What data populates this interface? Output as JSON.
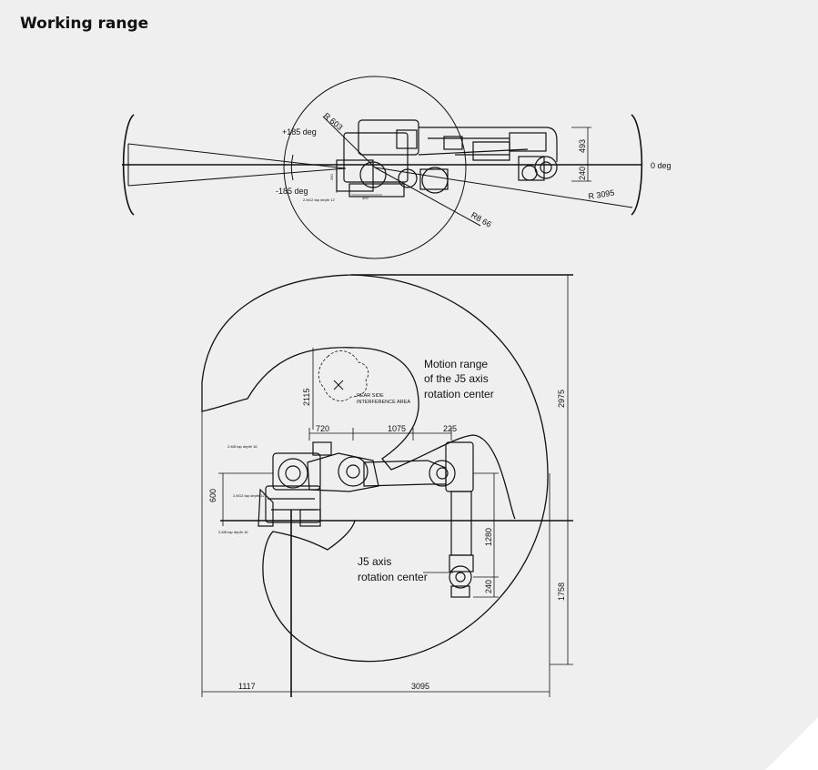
{
  "page": {
    "title": "Working range"
  },
  "top_view": {
    "plus_angle": "+185 deg",
    "minus_angle": "-185 deg",
    "zero_angle": "0 deg",
    "radius_outer": "R 3095",
    "radius_inner": "R 603",
    "radius_rear": "R8 66",
    "dim_493": "493",
    "dim_240": "240",
    "tiny_dim_a": "260",
    "tiny_dim_b": "420",
    "tiny_note": "2-M12 tap depth 12"
  },
  "side_view": {
    "dim_720": "720",
    "dim_1075": "1075",
    "dim_225": "225",
    "dim_2115": "2115",
    "dim_2975": "2975",
    "dim_600": "600",
    "dim_1280": "1280",
    "dim_240": "240",
    "dim_1758": "1758",
    "dim_1117": "1117",
    "dim_3095": "3095",
    "rear_interference": [
      "REAR SIDE",
      "INTERFERENCE AREA"
    ],
    "motion_range_label": [
      "Motion range",
      "of the J5 axis",
      "rotation center"
    ],
    "j5_center_label": [
      "J5 axis",
      "rotation center"
    ],
    "tap_note_1": "2-M8 tap depth 16",
    "tap_note_2": "2-M12 tap depth 12",
    "tap_note_3": "2-M8 tap depth 16"
  },
  "colors": {
    "background": "#efefef",
    "line": "#111111",
    "fold": "#ffffff"
  }
}
